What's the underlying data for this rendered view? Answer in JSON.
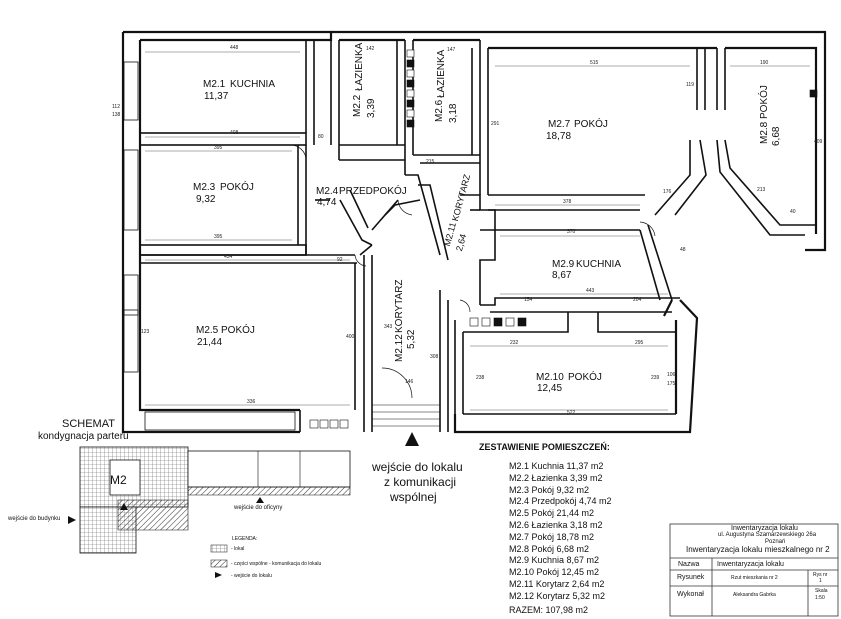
{
  "rooms": [
    {
      "code": "M2.1",
      "name": "KUCHNIA",
      "area": "11,37"
    },
    {
      "code": "M2.2",
      "name": "ŁAZIENKA",
      "area": "3,39"
    },
    {
      "code": "M2.3",
      "name": "POKÓJ",
      "area": "9,32"
    },
    {
      "code": "M2.4",
      "name": "PRZEDPOKÓJ",
      "area": "4,74"
    },
    {
      "code": "M2.5",
      "name": "POKÓJ",
      "area": "21,44"
    },
    {
      "code": "M2.6",
      "name": "ŁAZIENKA",
      "area": "3,18"
    },
    {
      "code": "M2.7",
      "name": "POKÓJ",
      "area": "18,78"
    },
    {
      "code": "M2.8",
      "name": "POKÓJ",
      "area": "6,68"
    },
    {
      "code": "M2.9",
      "name": "KUCHNIA",
      "area": "8,67"
    },
    {
      "code": "M2.10",
      "name": "POKÓJ",
      "area": "12,45"
    },
    {
      "code": "M2.11",
      "name": "KORYTARZ",
      "area": "2,64"
    },
    {
      "code": "M2.12",
      "name": "KORYTARZ",
      "area": "5,32"
    }
  ],
  "dimensions": {
    "d1": "448",
    "d2": "142",
    "d3": "147",
    "d4": "515",
    "d5": "190",
    "d6": "408",
    "d7": "395",
    "d8": "395",
    "d9": "434",
    "d10": "336",
    "d11": "370",
    "d12": "443",
    "d13": "154",
    "d14": "204",
    "d15": "232",
    "d16": "295",
    "d17": "522",
    "d18": "378",
    "d19": "400",
    "d20": "343",
    "d21": "308",
    "d22": "238",
    "d23": "239",
    "d24": "106",
    "d25": "175",
    "d26": "112",
    "d27": "138",
    "d28": "123",
    "d29": "213",
    "d30": "409",
    "d31": "291",
    "d32": "119",
    "d33": "80",
    "d34": "92",
    "d35": "146",
    "d36": "215",
    "d37": "176",
    "d38": "48",
    "d39": "40"
  },
  "entrance": {
    "line1": "wejście do lokalu",
    "line2": "z komunikacji",
    "line3": "wspólnej"
  },
  "schemat": {
    "title": "SCHEMAT",
    "subtitle": "kondygnacja parteru",
    "unit_label": "M2",
    "office_entrance": "wejście do oficyny",
    "building_entrance": "wejście do budynku",
    "legend_title": "LEGENDA:",
    "legend_items": [
      "- lokal",
      "- części wspólne - komunikacja do lokalu",
      "- wejście do lokalu"
    ]
  },
  "summary": {
    "title": "ZESTAWIENIE POMIESZCZEŃ:",
    "items": [
      "M2.1 Kuchnia 11,37 m2",
      "M2.2 Łazienka 3,39 m2",
      "M2.3 Pokój 9,32 m2",
      "M2.4 Przedpokój 4,74 m2",
      "M2.5 Pokój 21,44 m2",
      "M2.6 Łazienka 3,18 m2",
      "M2.7 Pokój 18,78 m2",
      "M2.8 Pokój 6,68 m2",
      "M2.9 Kuchnia 8,67 m2",
      "M2.10 Pokój 12,45 m2",
      "M2.11 Korytarz 2,64 m2",
      "M2.12 Korytarz 5,32 m2"
    ],
    "total": "RAZEM: 107,98 m2"
  },
  "title_block": {
    "header1": "Inwentaryzacja lokalu",
    "header2": "ul. Augustyna Szamarzewskiego 26a",
    "header3": "Poznań",
    "header4": "Inwentaryzacja lokalu mieszkalnego nr 2",
    "row_nazwa_label": "Nazwa",
    "row_nazwa_value": "Inwentaryzacja lokalu",
    "row_rysunek_label": "Rysunek",
    "row_rysunek_value": "Rzut mieszkania nr 2",
    "row_rysunek_nr_label": "Rys nr",
    "row_rysunek_nr_value": "1",
    "row_wykonal_label": "Wykonał",
    "row_wykonal_value": "Aleksandra Gabrka",
    "row_skala_label": "Skala",
    "row_skala_value": "1:50"
  }
}
